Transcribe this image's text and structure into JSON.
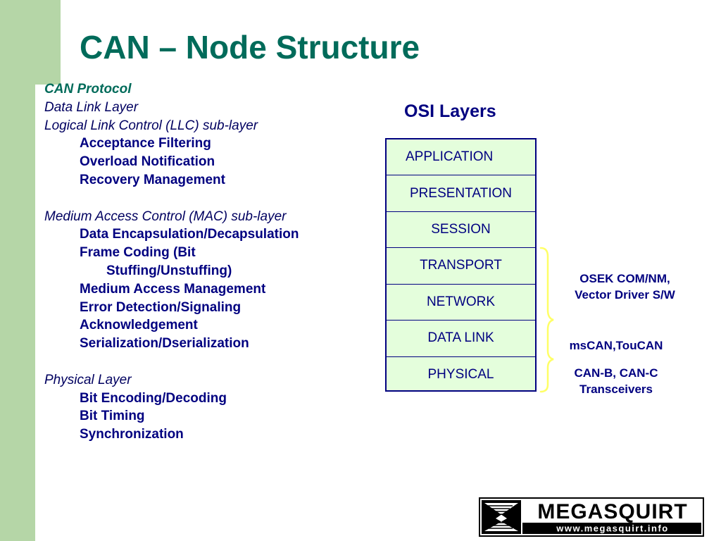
{
  "slide": {
    "title": "CAN – Node Structure"
  },
  "left_lines": [
    {
      "text": "CAN Protocol",
      "style": "heading protocol"
    },
    {
      "text": "Data Link Layer",
      "style": "heading"
    },
    {
      "text": "Logical Link Control (LLC) sub-layer",
      "style": "heading"
    },
    {
      "text": "Acceptance Filtering",
      "style": "item"
    },
    {
      "text": "Overload Notification",
      "style": "item"
    },
    {
      "text": "Recovery Management",
      "style": "item"
    },
    {
      "text": "",
      "style": "spacer"
    },
    {
      "text": "Medium Access Control (MAC) sub-layer",
      "style": "heading"
    },
    {
      "text": "Data Encapsulation/Decapsulation",
      "style": "item"
    },
    {
      "text": "Frame Coding (Bit",
      "style": "item"
    },
    {
      "text": "Stuffing/Unstuffing)",
      "style": "cont"
    },
    {
      "text": "Medium Access Management",
      "style": "item"
    },
    {
      "text": "Error Detection/Signaling",
      "style": "item"
    },
    {
      "text": "Acknowledgement",
      "style": "item"
    },
    {
      "text": "Serialization/Dserialization",
      "style": "item"
    },
    {
      "text": "",
      "style": "spacer"
    },
    {
      "text": "Physical Layer",
      "style": "heading"
    },
    {
      "text": "Bit Encoding/Decoding",
      "style": "item"
    },
    {
      "text": "Bit Timing",
      "style": "item"
    },
    {
      "text": "Synchronization",
      "style": "item"
    }
  ],
  "osi": {
    "title": "OSI Layers",
    "layers": [
      "APPLICATION",
      "PRESENTATION",
      "SESSION",
      "TRANSPORT",
      "NETWORK",
      "DATA LINK",
      "PHYSICAL"
    ]
  },
  "annotations": {
    "osek_line1": "OSEK COM/NM,",
    "osek_line2": "Vector Driver S/W",
    "mscan": "msCAN,TouCAN",
    "can_line1": "CAN-B, CAN-C",
    "can_line2": "Transceivers"
  },
  "logo": {
    "name": "MEGASQUIRT",
    "url": "www.megasquirt.info"
  }
}
